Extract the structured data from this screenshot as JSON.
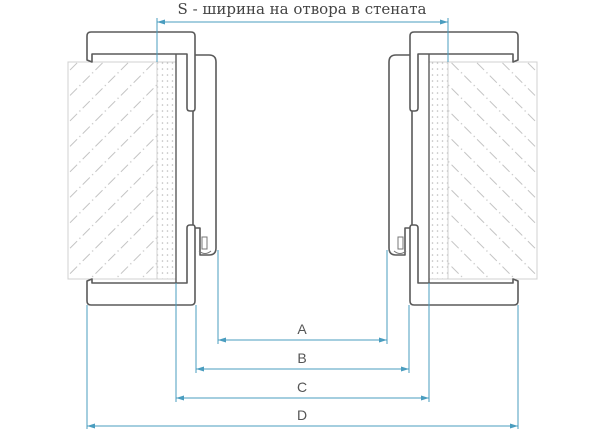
{
  "title": "S - ширина на отвора в стената",
  "dimensions": [
    {
      "label": "S"
    },
    {
      "label": "A"
    },
    {
      "label": "B"
    },
    {
      "label": "C"
    },
    {
      "label": "D"
    }
  ],
  "colors": {
    "dimension": "#4a9dbf",
    "outline": "#5a5a5a",
    "hatch": "#c8c8c8"
  }
}
